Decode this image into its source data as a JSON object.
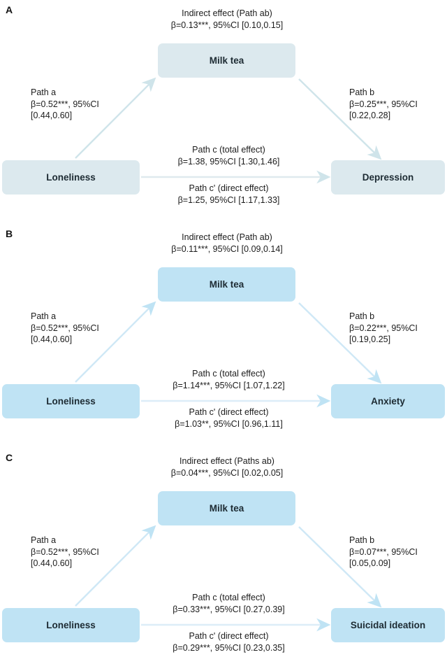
{
  "figure": {
    "type": "mediation-path-diagram",
    "panel_count": 3,
    "colors": {
      "node_fill_panel_a": "#dce9ee",
      "node_fill_panel_bc": "#bfe3f4",
      "arrow": "#cfe4ea",
      "text": "#1c1c1c",
      "background": "#ffffff"
    }
  },
  "panels": [
    {
      "letter": "A",
      "nodes": {
        "predictor": "Loneliness",
        "mediator": "Milk tea",
        "outcome": "Depression"
      },
      "annotations": {
        "indirect_title": "Indirect effect (Path ab)",
        "indirect_value": "β=0.13***, 95%CI [0.10,0.15]",
        "path_a_title": "Path a",
        "path_a_line1": "β=0.52***, 95%CI",
        "path_a_line2": "[0.44,0.60]",
        "path_b_title": "Path b",
        "path_b_line1": "β=0.25***, 95%CI",
        "path_b_line2": "[0.22,0.28]",
        "path_c_title": "Path c (total effect)",
        "path_c_value": "β=1.38, 95%CI [1.30,1.46]",
        "path_cprime_title": "Path c' (direct effect)",
        "path_cprime_value": "β=1.25, 95%CI [1.17,1.33]"
      }
    },
    {
      "letter": "B",
      "nodes": {
        "predictor": "Loneliness",
        "mediator": "Milk tea",
        "outcome": "Anxiety"
      },
      "annotations": {
        "indirect_title": "Indirect effect (Path ab)",
        "indirect_value": "β=0.11***, 95%CI [0.09,0.14]",
        "path_a_title": "Path a",
        "path_a_line1": "β=0.52***, 95%CI",
        "path_a_line2": "[0.44,0.60]",
        "path_b_title": "Path b",
        "path_b_line1": "β=0.22***, 95%CI",
        "path_b_line2": "[0.19,0.25]",
        "path_c_title": "Path c (total effect)",
        "path_c_value": "β=1.14***, 95%CI [1.07,1.22]",
        "path_cprime_title": "Path c' (direct effect)",
        "path_cprime_value": "β=1.03**, 95%CI [0.96,1.11]"
      }
    },
    {
      "letter": "C",
      "nodes": {
        "predictor": "Loneliness",
        "mediator": "Milk tea",
        "outcome": "Suicidal ideation"
      },
      "annotations": {
        "indirect_title": "Indirect effect (Paths ab)",
        "indirect_value": "β=0.04***, 95%CI [0.02,0.05]",
        "path_a_title": "Path a",
        "path_a_line1": "β=0.52***, 95%CI",
        "path_a_line2": "[0.44,0.60]",
        "path_b_title": "Path b",
        "path_b_line1": "β=0.07***, 95%CI",
        "path_b_line2": "[0.05,0.09]",
        "path_c_title": "Path c (total effect)",
        "path_c_value": "β=0.33***, 95%CI [0.27,0.39]",
        "path_cprime_title": "Path c' (direct effect)",
        "path_cprime_value": "β=0.29***, 95%CI [0.23,0.35]"
      }
    }
  ],
  "chart_data": {
    "type": "diagram",
    "title": "Mediation models of loneliness on mental health outcomes through milk tea consumption",
    "mediator": "Milk tea",
    "predictor": "Loneliness",
    "models": [
      {
        "panel": "A",
        "outcome": "Depression",
        "path_a": {
          "beta": 0.52,
          "ci": [
            0.44,
            0.6
          ],
          "sig": "***"
        },
        "path_b": {
          "beta": 0.25,
          "ci": [
            0.22,
            0.28
          ],
          "sig": "***"
        },
        "path_c_total": {
          "beta": 1.38,
          "ci": [
            1.3,
            1.46
          ],
          "sig": ""
        },
        "path_cprime_direct": {
          "beta": 1.25,
          "ci": [
            1.17,
            1.33
          ],
          "sig": ""
        },
        "indirect_ab": {
          "beta": 0.13,
          "ci": [
            0.1,
            0.15
          ],
          "sig": "***"
        }
      },
      {
        "panel": "B",
        "outcome": "Anxiety",
        "path_a": {
          "beta": 0.52,
          "ci": [
            0.44,
            0.6
          ],
          "sig": "***"
        },
        "path_b": {
          "beta": 0.22,
          "ci": [
            0.19,
            0.25
          ],
          "sig": "***"
        },
        "path_c_total": {
          "beta": 1.14,
          "ci": [
            1.07,
            1.22
          ],
          "sig": "***"
        },
        "path_cprime_direct": {
          "beta": 1.03,
          "ci": [
            0.96,
            1.11
          ],
          "sig": "**"
        },
        "indirect_ab": {
          "beta": 0.11,
          "ci": [
            0.09,
            0.14
          ],
          "sig": "***"
        }
      },
      {
        "panel": "C",
        "outcome": "Suicidal ideation",
        "path_a": {
          "beta": 0.52,
          "ci": [
            0.44,
            0.6
          ],
          "sig": "***"
        },
        "path_b": {
          "beta": 0.07,
          "ci": [
            0.05,
            0.09
          ],
          "sig": "***"
        },
        "path_c_total": {
          "beta": 0.33,
          "ci": [
            0.27,
            0.39
          ],
          "sig": "***"
        },
        "path_cprime_direct": {
          "beta": 0.29,
          "ci": [
            0.23,
            0.35
          ],
          "sig": "***"
        },
        "indirect_ab": {
          "beta": 0.04,
          "ci": [
            0.02,
            0.05
          ],
          "sig": "***"
        }
      }
    ]
  }
}
